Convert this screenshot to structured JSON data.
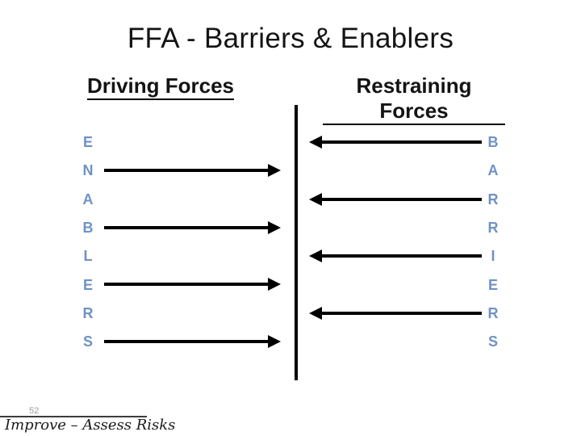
{
  "title": "FFA - Barriers & Enablers",
  "columns": {
    "left": {
      "header": "Driving Forces"
    },
    "right": {
      "header": "Restraining Forces"
    }
  },
  "rows": [
    {
      "left_letter": "E",
      "right_letter": "B",
      "driving_arrow": false,
      "restraining_arrow": true
    },
    {
      "left_letter": "N",
      "right_letter": "A",
      "driving_arrow": true,
      "restraining_arrow": false
    },
    {
      "left_letter": "A",
      "right_letter": "R",
      "driving_arrow": false,
      "restraining_arrow": true
    },
    {
      "left_letter": "B",
      "right_letter": "R",
      "driving_arrow": true,
      "restraining_arrow": false
    },
    {
      "left_letter": "L",
      "right_letter": "I",
      "driving_arrow": false,
      "restraining_arrow": true
    },
    {
      "left_letter": "E",
      "right_letter": "E",
      "driving_arrow": true,
      "restraining_arrow": false
    },
    {
      "left_letter": "R",
      "right_letter": "R",
      "driving_arrow": false,
      "restraining_arrow": true
    },
    {
      "left_letter": "S",
      "right_letter": "S",
      "driving_arrow": true,
      "restraining_arrow": false
    }
  ],
  "footer": {
    "page_number": "52",
    "text": "Improve – Assess Risks"
  },
  "colors": {
    "letter_blue": "#6f92c5",
    "arrow_black": "#000000",
    "divider_black": "#000000",
    "page_number_gray": "#9a9a9a"
  }
}
